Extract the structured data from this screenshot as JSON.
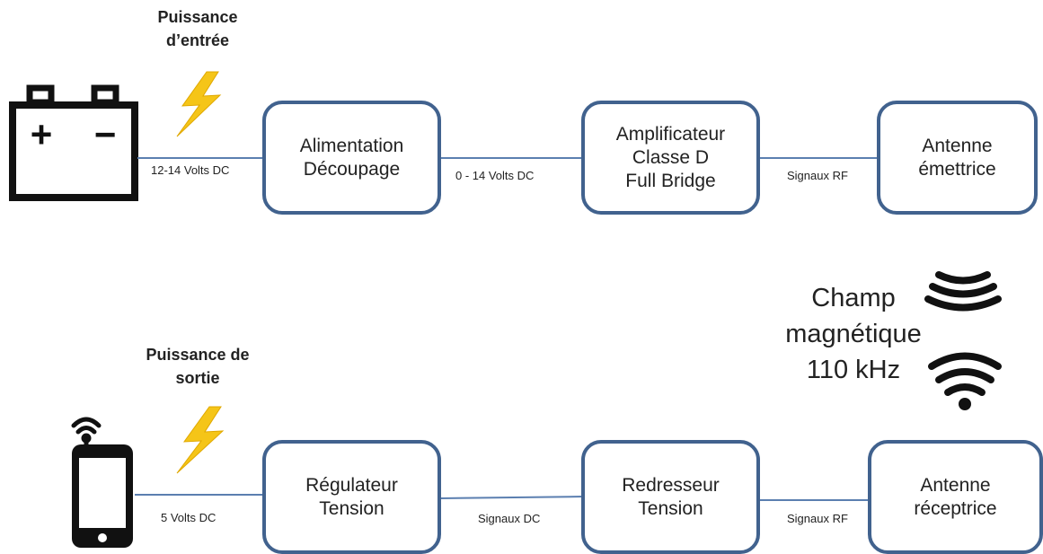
{
  "input_power": {
    "line1": "Puissance",
    "line2": "d’entrée"
  },
  "output_power": {
    "line1": "Puissance de",
    "line2": "sortie"
  },
  "boxes": {
    "alimentation": {
      "line1": "Alimentation",
      "line2": "Découpage"
    },
    "amplificateur": {
      "line1": "Amplificateur",
      "line2": "Classe D",
      "line3": "Full Bridge"
    },
    "antenne_emettrice": {
      "line1": "Antenne",
      "line2": "émettrice"
    },
    "regulateur": {
      "line1": "Régulateur",
      "line2": "Tension"
    },
    "redresseur": {
      "line1": "Redresseur",
      "line2": "Tension"
    },
    "antenne_receptrice": {
      "line1": "Antenne",
      "line2": "réceptrice"
    }
  },
  "connections": {
    "battery_to_alim": "12-14 Volts DC",
    "alim_to_ampli": "0 - 14 Volts DC",
    "ampli_to_antenne": "Signaux RF",
    "phone_to_regul": "5 Volts DC",
    "regul_to_redress": "Signaux DC",
    "redress_to_antenne": "Signaux RF"
  },
  "champ": {
    "line1": "Champ",
    "line2": "magnétique",
    "line3": "110 kHz"
  },
  "battery": {
    "plus": "+",
    "minus": "−"
  },
  "colors": {
    "box_border": "#41628e",
    "line": "#5b7fb0",
    "bolt": "#f5c518",
    "icon": "#111111"
  },
  "icons": [
    "battery-icon",
    "lightning-bolt-icon",
    "smartphone-icon",
    "wifi-icon",
    "magnetic-wave-icon"
  ]
}
